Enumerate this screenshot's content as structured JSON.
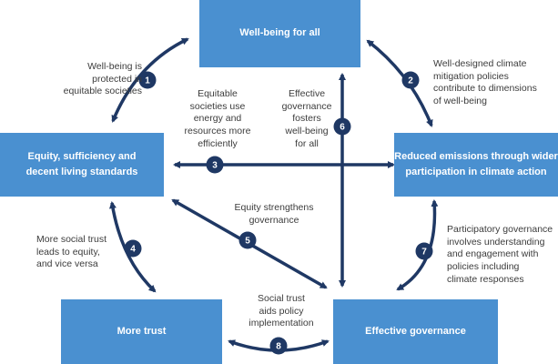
{
  "boxes": {
    "top": "Well-being for all",
    "left": [
      "Equity, sufficiency and",
      "decent living standards"
    ],
    "right": [
      "Reduced emissions through wider",
      "participation in climate action"
    ],
    "bottom_left": "More trust",
    "bottom_right": "Effective governance"
  },
  "links": [
    {
      "number": "1",
      "text": [
        "Well-being is",
        "protected in",
        "equitable societies"
      ]
    },
    {
      "number": "2",
      "text": [
        "Well-designed climate",
        "mitigation policies",
        "contribute to dimensions",
        "of well-being"
      ]
    },
    {
      "number": "3",
      "text": [
        "Equitable",
        "societies use",
        "energy and",
        "resources more",
        "efficiently"
      ]
    },
    {
      "number": "4",
      "text": [
        "More social trust",
        "leads to equity,",
        "and vice versa"
      ]
    },
    {
      "number": "5",
      "text": [
        "Equity strengthens",
        "governance"
      ]
    },
    {
      "number": "6",
      "text": [
        "Effective",
        "governance",
        "fosters",
        "well-being",
        "for all"
      ]
    },
    {
      "number": "7",
      "text": [
        "Participatory governance",
        "involves understanding",
        "and engagement with",
        "policies including",
        "climate responses"
      ]
    },
    {
      "number": "8",
      "text": [
        "Social trust",
        "aids policy",
        "implementation"
      ]
    }
  ],
  "colors": {
    "box": "#4a90d0",
    "arrow": "#1f3864",
    "text": "#3c3c3c"
  }
}
